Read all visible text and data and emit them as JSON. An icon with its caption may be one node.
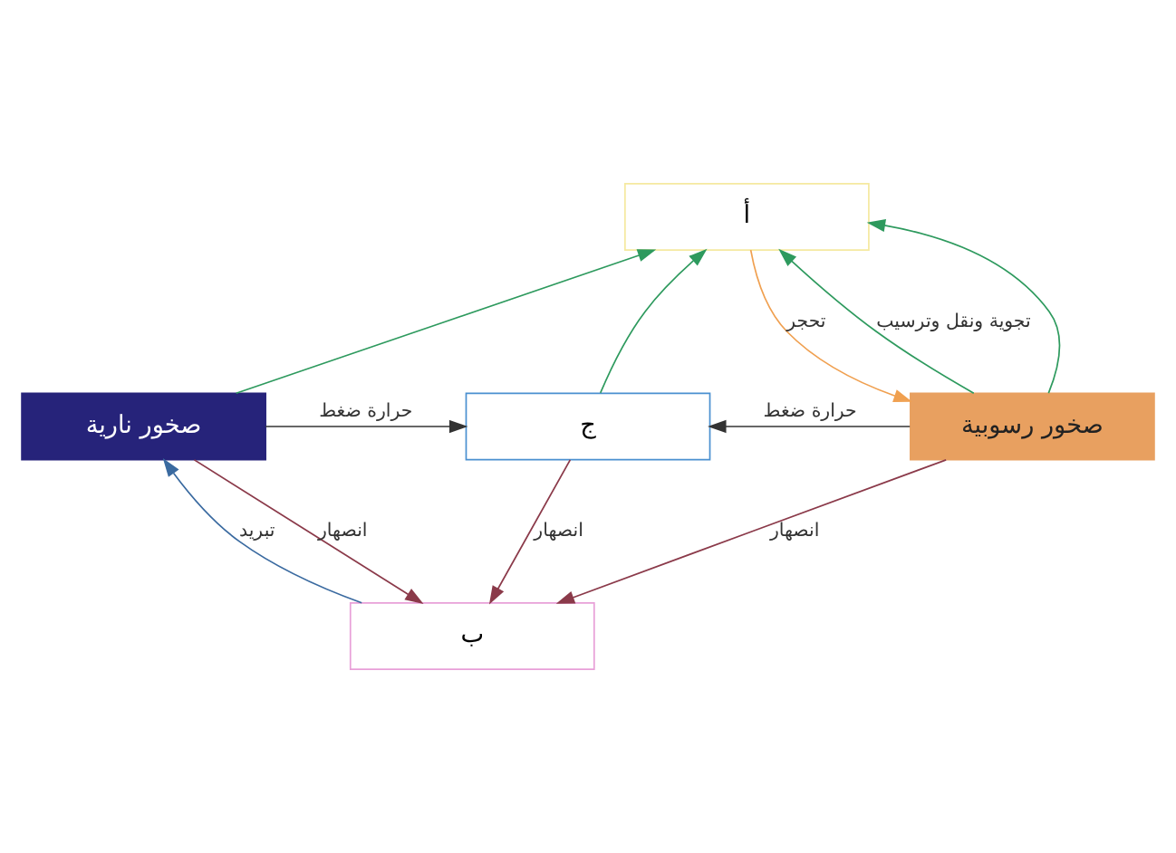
{
  "diagram": {
    "nodes": [
      {
        "text": [
          "أ"
        ]
      },
      {
        "text": [
          "صخور نارية"
        ]
      },
      {
        "text": [
          "ج"
        ]
      },
      {
        "text": [
          "صخور رسوبية"
        ]
      },
      {
        "text": [
          "ب"
        ]
      }
    ],
    "edges": [
      {
        "from": 1,
        "to": 0,
        "arrow": "to"
      },
      {
        "from": 2,
        "to": 0,
        "arrow": "to"
      },
      {
        "from": 3,
        "to": 0,
        "arrow": "to",
        "label": "تجوية ونقل وترسيب"
      },
      {
        "from": 3,
        "to": 0,
        "arrow": "to"
      },
      {
        "from": 0,
        "to": 3,
        "arrow": "to",
        "label": "تحجر",
        "color": "#f0a050"
      },
      {
        "from": 1,
        "to": 2,
        "arrow": "to",
        "label": "حرارة ضغط",
        "color": "#333333"
      },
      {
        "from": 3,
        "to": 2,
        "arrow": "to",
        "label": "حرارة ضغط",
        "color": "#333333"
      },
      {
        "from": 2,
        "to": 4,
        "arrow": "to",
        "label": "انصهار",
        "color": "#8b3a4a"
      },
      {
        "from": 1,
        "to": 4,
        "arrow": "to",
        "label": "انصهار",
        "color": "#8b3a4a"
      },
      {
        "from": 4,
        "to": 1,
        "arrow": "to",
        "label": "تبريد",
        "color": "#3a6aa0"
      },
      {
        "from": 3,
        "to": 4,
        "arrow": "to",
        "label": "انصهار",
        "color": "#8b3a4a"
      }
    ]
  }
}
